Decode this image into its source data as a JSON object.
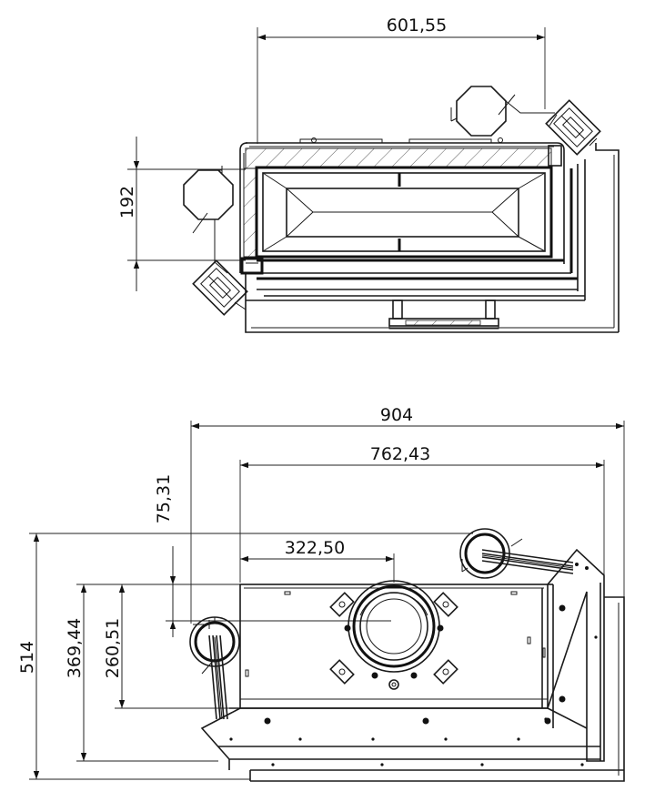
{
  "top_view": {
    "dimensions": {
      "width_inner": "601,55",
      "depth": "192"
    }
  },
  "front_view": {
    "dimensions": {
      "overall_width": "904",
      "inner_width": "762,43",
      "flue_center_offset": "322,50",
      "top_offset": "75,31",
      "overall_height": "514",
      "height_369": "369,44",
      "height_260": "260,51"
    }
  }
}
